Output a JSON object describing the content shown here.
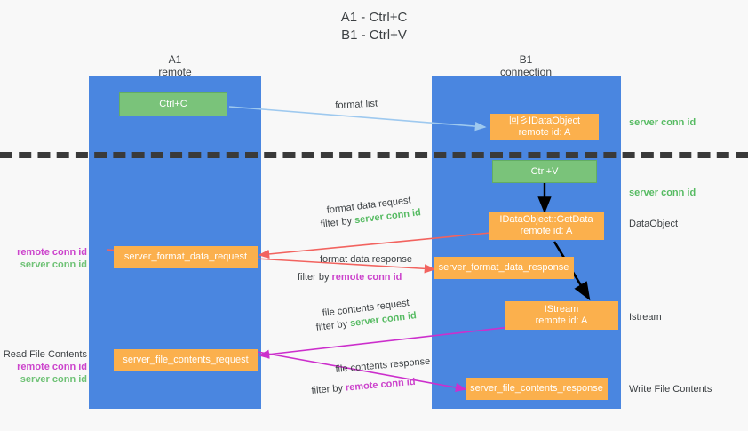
{
  "title": {
    "line1": "A1 - Ctrl+C",
    "line2": "B1 - Ctrl+V"
  },
  "columns": [
    {
      "name": "A1",
      "sub": "remote"
    },
    {
      "name": "B1",
      "sub": "connection"
    }
  ],
  "boxes": {
    "ctrl_c": "Ctrl+C",
    "ctrl_v": "Ctrl+V",
    "idataobject": {
      "line1": "回彡IDataObject",
      "line2": "remote id: A"
    },
    "getdata": {
      "line1": "IDataObject::GetData",
      "line2": "remote id: A"
    },
    "istream": {
      "line1": "IStream",
      "line2": "remote id: A"
    },
    "server_format_data_request": "server_format_data_request",
    "server_format_data_response": "server_format_data_response",
    "server_file_contents_request": "server_file_contents_request",
    "server_file_contents_response": "server_file_contents_response"
  },
  "right_notes": {
    "server_conn_id_top": "server conn id",
    "server_conn_id_mid": "server conn id",
    "dataobject": "DataObject",
    "istream": "Istream",
    "write_file_contents": "Write File Contents"
  },
  "left_notes": {
    "remote_conn_id_1": "remote conn id",
    "server_conn_id_1": "server conn id",
    "read_file_contents": "Read File Contents",
    "remote_conn_id_2": "remote conn id",
    "server_conn_id_2": "server conn id"
  },
  "captions": {
    "format_list": "format list",
    "format_data_request": "format data request",
    "format_data_request_filter_prefix": "filter by ",
    "format_data_request_filter_value": "server conn id",
    "format_data_response": "format data response",
    "format_data_response_filter_prefix": "filter by ",
    "format_data_response_filter_value": "remote conn id",
    "file_contents_request": "file contents request",
    "file_contents_request_filter_prefix": "filter by ",
    "file_contents_request_filter_value": "server conn id",
    "file_contents_response": "file contents response",
    "file_contents_response_filter_prefix": "filter by ",
    "file_contents_response_filter_value": "remote conn id"
  },
  "colors": {
    "lane": "#4a86e0",
    "green_box": "#7ac37a",
    "orange_box": "#fbb04d",
    "red_arrow": "#f2635f",
    "magenta_arrow": "#cc2fcc",
    "light_blue_arrow": "#9ec9ef",
    "black_arrow": "#000000",
    "green_text": "#57bb63",
    "magenta_text": "#cc44cc",
    "divider": "#3a3a3a"
  }
}
